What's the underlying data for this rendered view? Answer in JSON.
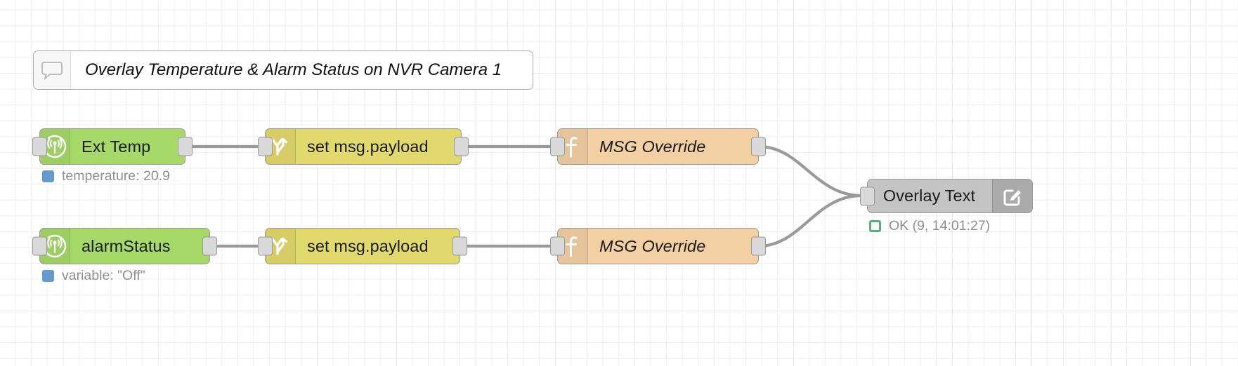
{
  "editor": {
    "type": "node-red-flow-canvas",
    "grid": true
  },
  "comment": {
    "icon": "speech-bubble-icon",
    "text": "Overlay Temperature & Alarm Status on NVR Camera 1"
  },
  "nodes": [
    {
      "id": "ext-temp",
      "type": "mqtt-in",
      "label": "Ext Temp",
      "icon": "antenna-broadcast-icon",
      "color": "#a6d96a",
      "status": {
        "text": "temperature: 20.9",
        "dot": "blue",
        "dot_color": "#6699cc"
      }
    },
    {
      "id": "change-top",
      "type": "change",
      "label": "set msg.payload",
      "icon": "swap-arrows-icon",
      "color": "#e2d96e",
      "status": null
    },
    {
      "id": "function-top",
      "type": "function",
      "label": "MSG Override",
      "icon": "function-f-icon",
      "color": "#f3cfa4",
      "status": null
    },
    {
      "id": "alarm-status",
      "type": "mqtt-in",
      "label": "alarmStatus",
      "icon": "antenna-broadcast-icon",
      "color": "#a6d96a",
      "status": {
        "text": "variable: \"Off\"",
        "dot": "blue",
        "dot_color": "#6699cc"
      }
    },
    {
      "id": "change-bottom",
      "type": "change",
      "label": "set msg.payload",
      "icon": "swap-arrows-icon",
      "color": "#e2d96e",
      "status": null
    },
    {
      "id": "function-bottom",
      "type": "function",
      "label": "MSG Override",
      "icon": "function-f-icon",
      "color": "#f3cfa4",
      "status": null
    },
    {
      "id": "overlay-text",
      "type": "ui-template",
      "label": "Overlay Text",
      "icon": "edit-pencil-square-icon",
      "color": "#c4c4c4",
      "status": {
        "text": "OK (9, 14:01:27)",
        "dot": "ring",
        "dot_color": "#5cab7d"
      }
    }
  ]
}
